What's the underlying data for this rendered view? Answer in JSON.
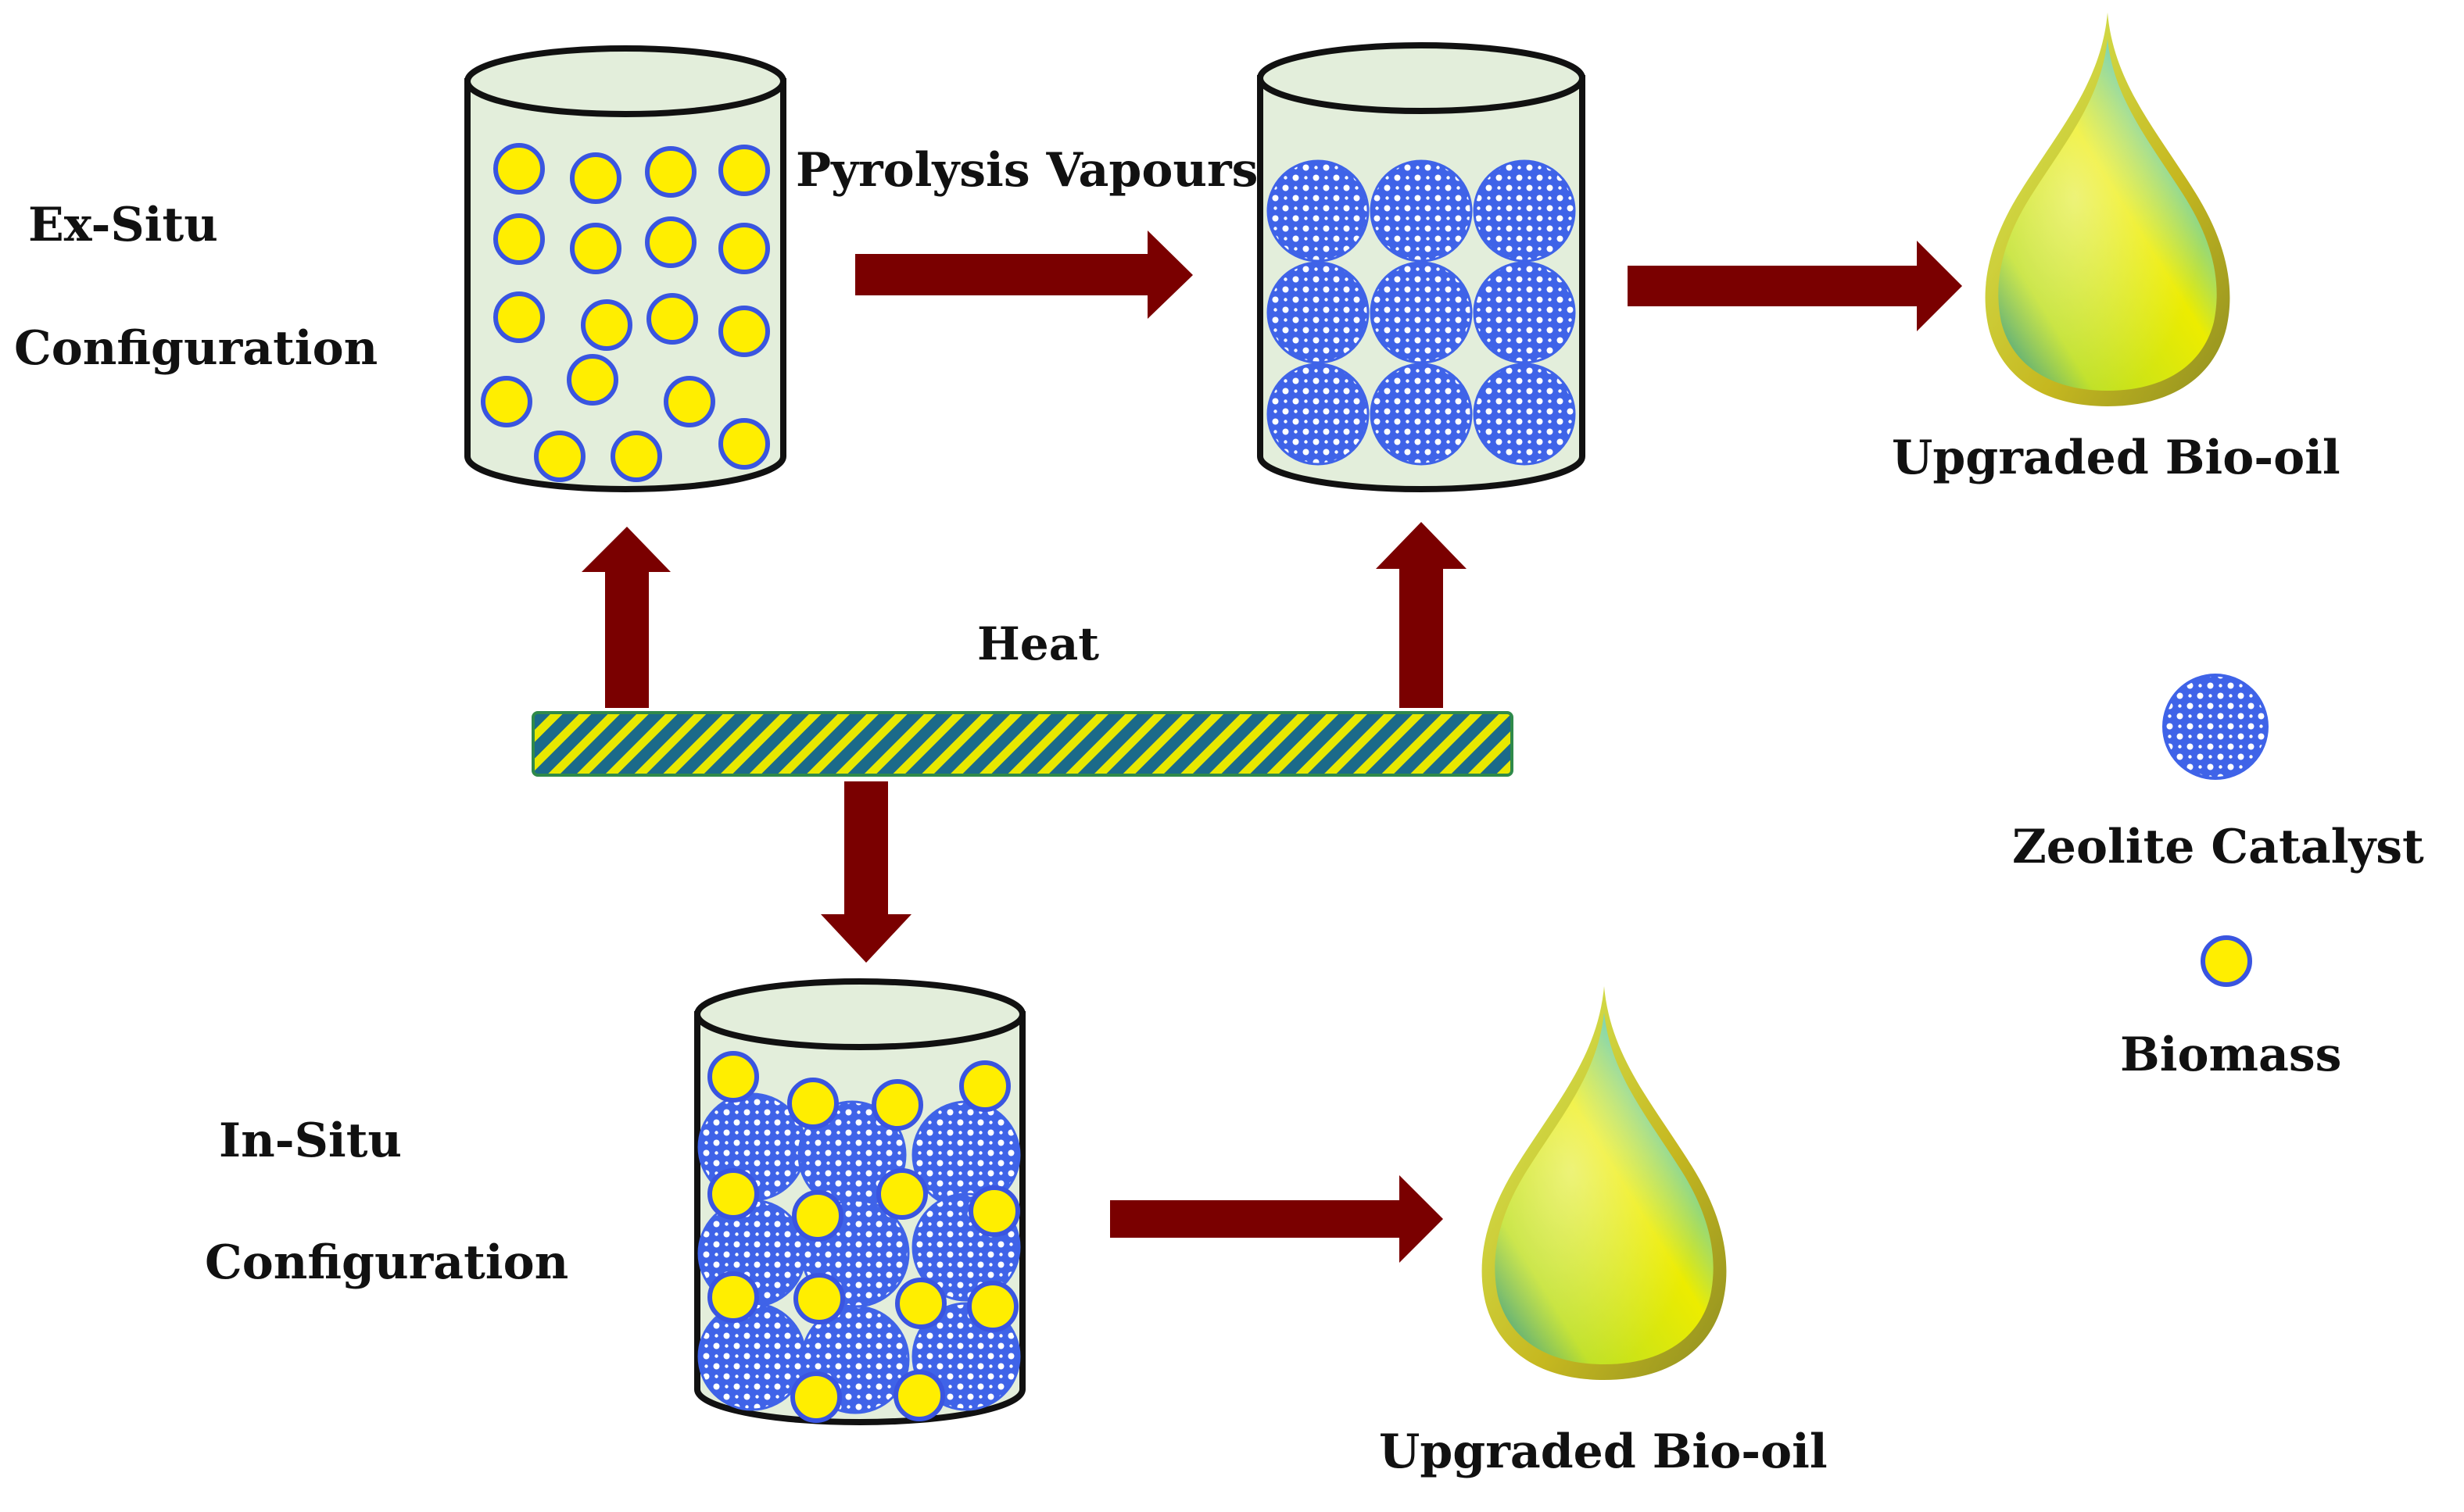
{
  "labels": {
    "ex_situ_line1": "Ex-Situ",
    "ex_situ_line2": "Configuration",
    "in_situ_line1": "In-Situ",
    "in_situ_line2": "Configuration",
    "pyrolysis_vapours": "Pyrolysis Vapours",
    "heat": "Heat",
    "bio_oil_top": "Upgraded Bio-oil",
    "bio_oil_bottom": "Upgraded Bio-oil"
  },
  "legend": {
    "catalyst": "Zeolite Catalyst",
    "biomass": "Biomass"
  },
  "colors": {
    "arrow": "#7a0000",
    "reactor_fill": "#e3eedb",
    "reactor_stroke": "#111111",
    "biomass_fill": "#ffee00",
    "biomass_stroke": "#3a55e0",
    "catalyst_blue": "#3f63e8",
    "heat_bar_yellow": "#e8e800",
    "heat_bar_teal": "#1b6a8a",
    "drop_yellow": "#ecec00",
    "drop_cyan": "#4ec8dc"
  }
}
